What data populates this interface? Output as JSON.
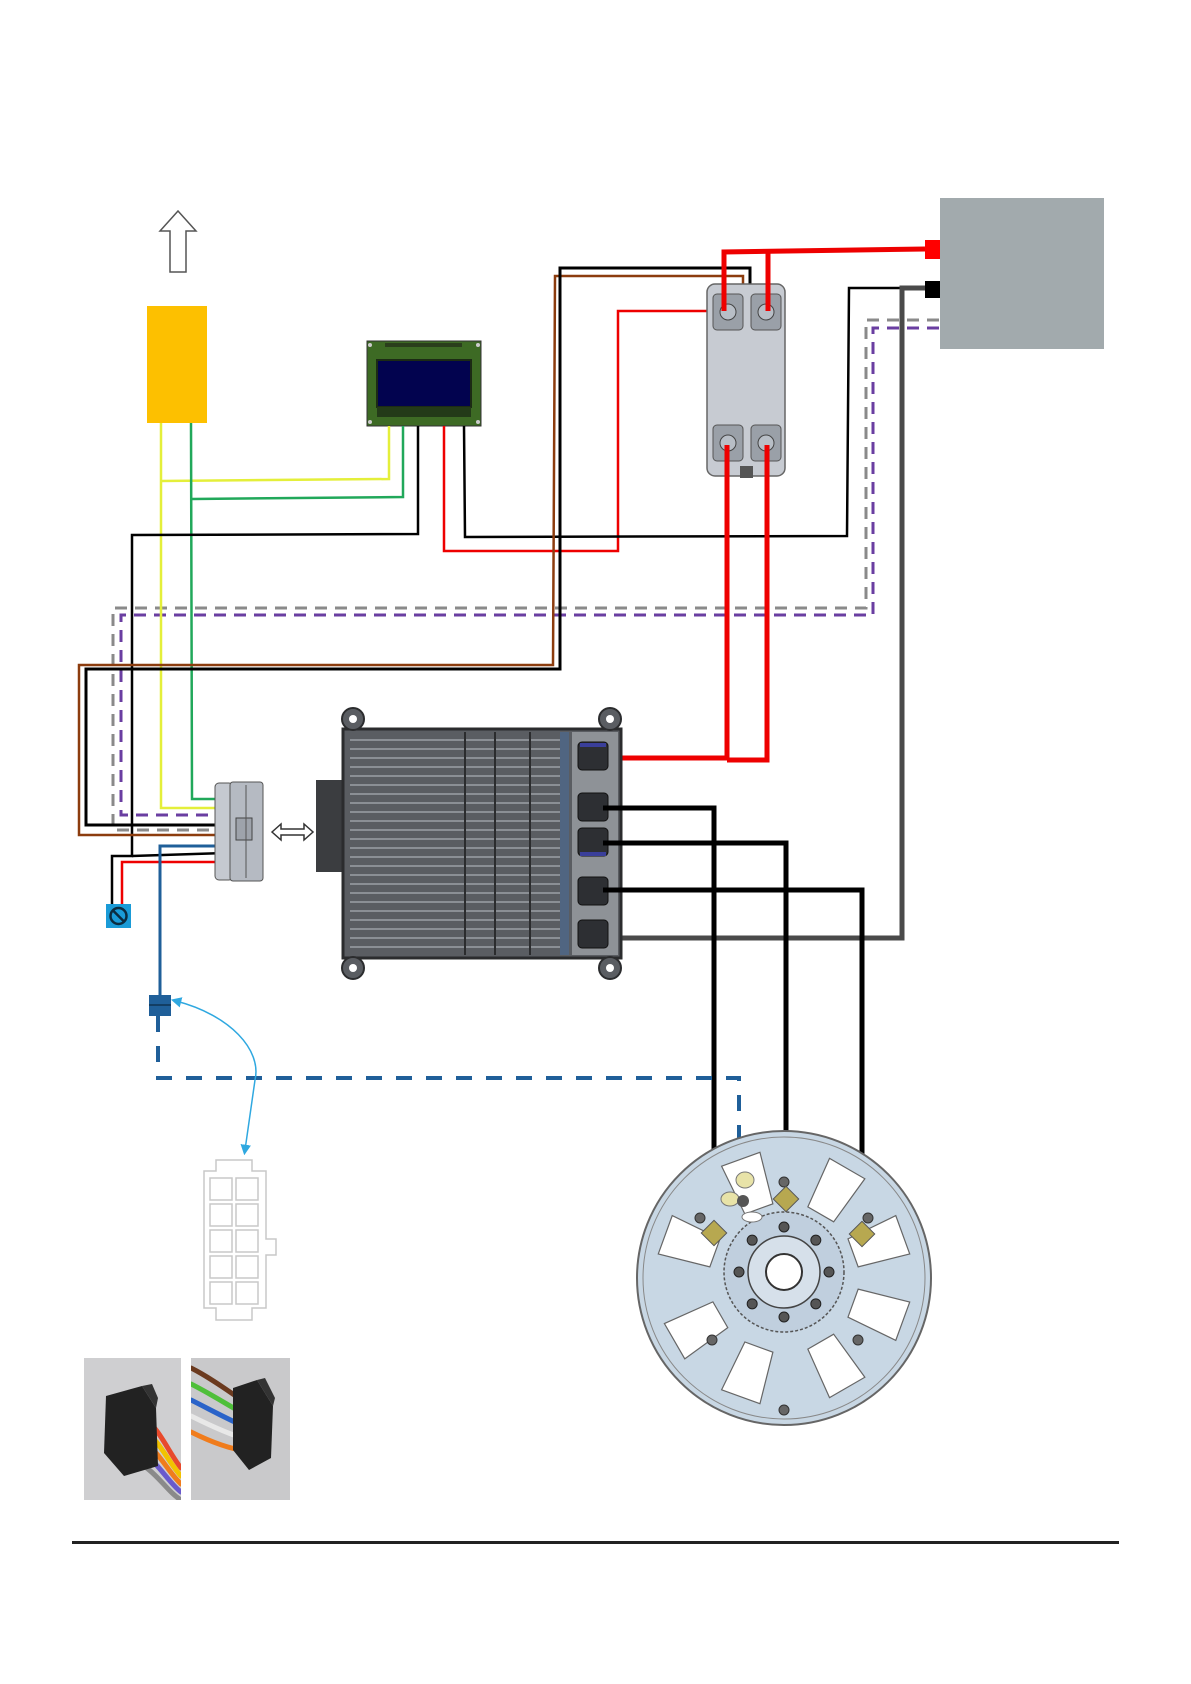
{
  "diagram": {
    "title": "",
    "components": {
      "throttle": {
        "label": "",
        "color": "#fdc000"
      },
      "direction_arrow": {
        "label": "",
        "direction": "up"
      },
      "lcd_display": {
        "label": "",
        "frame_color": "#3d6a24",
        "screen_color": "#02034f"
      },
      "contactor": {
        "label": "",
        "color": "#c7cbd2"
      },
      "battery": {
        "label": "",
        "color": "#a2aaad",
        "positive_terminal_color": "#ff0000",
        "negative_terminal_color": "#000000"
      },
      "wiring_connector": {
        "label": ""
      },
      "controller": {
        "label": "",
        "color": "#5a5d62",
        "ports": 5
      },
      "motor": {
        "label": "",
        "color": "#c8d7e4",
        "phase_terminals": 3
      },
      "key_switch": {
        "label": "",
        "color": "#1a9bd7",
        "symbol": "⊘"
      },
      "hall_sensor_connector": {
        "label": "",
        "color": "#1f5f99"
      },
      "connector_pinout": {
        "label": "",
        "rows": 5,
        "columns": 2
      },
      "connector_photos": [
        {
          "label": "",
          "wire_colors": [
            "#e84a2c",
            "#f2c200",
            "#f07c1c",
            "#6a5acd",
            "#8a8a8a"
          ]
        },
        {
          "label": "",
          "wire_colors": [
            "#6b3a1f",
            "#4fbf3a",
            "#2a63c9",
            "#e8e8e8",
            "#f07c1c"
          ]
        }
      ],
      "bidirectional_arrow": {
        "label": ""
      }
    },
    "wires": {
      "yellow": "#e4ef3a",
      "green": "#21a85a",
      "black": "#000000",
      "red": "#ee0000",
      "brown": "#8c3c0e",
      "gray_dashed": "#8a8a8a",
      "purple_dashed": "#6a3ea1",
      "blue": "#1f5f99",
      "light_blue_arrow": "#2fa8e0",
      "dark_gray": "#4a4a4a"
    },
    "footer": {
      "rule_color": "#222222"
    }
  }
}
